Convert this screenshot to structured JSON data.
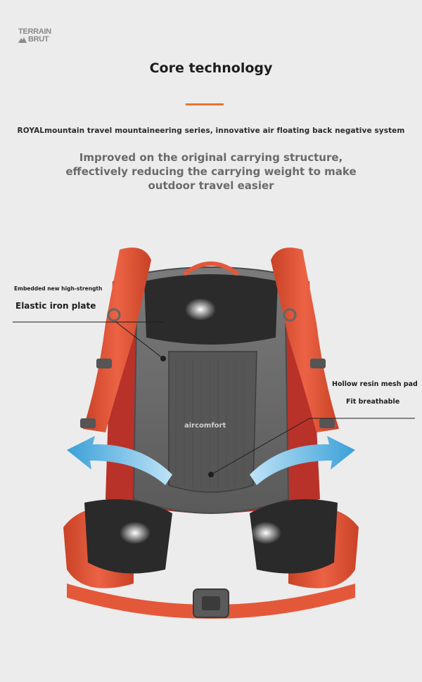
{
  "brand": {
    "logo_line1": "TERRAIN",
    "logo_line2": "BRUT"
  },
  "header": {
    "title": "Core technology",
    "accent_color": "#e07a2e",
    "subtitle": "ROYALmountain travel mountaineering series, innovative air floating back negative system",
    "description_lines": [
      "Improved on the original carrying structure,",
      "effectively reducing the carrying weight to make",
      "outdoor travel easier"
    ]
  },
  "product": {
    "icon": "backpack-back-panel",
    "strap_color": "#e4583a",
    "panel_color": "#6d6d6d",
    "mesh_color": "#2a2a2a",
    "airflow_color": "#3aa0d8",
    "panel_print": "aircomfort"
  },
  "annotations": {
    "left_small": "Embedded new high-strength",
    "left_big": "Elastic iron plate",
    "right_line1": "Hollow resin mesh pad",
    "right_line2": "Fit breathable"
  }
}
